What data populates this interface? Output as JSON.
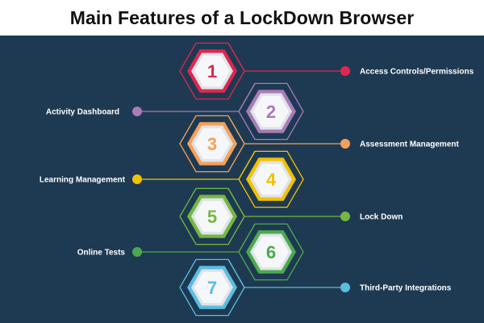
{
  "title": "Main Features of a LockDown Browser",
  "colors": {
    "background": "#1e3a52",
    "hex_fill_outer": "#dfe3e8",
    "hex_fill_inner": "#f6f7f9"
  },
  "features": [
    {
      "number": "1",
      "label": "Access Controls/Permissions",
      "color": "#e0264f"
    },
    {
      "number": "2",
      "label": "Activity Dashboard",
      "color": "#a97bb8"
    },
    {
      "number": "3",
      "label": "Assessment Management",
      "color": "#f5a05a"
    },
    {
      "number": "4",
      "label": "Learning Management",
      "color": "#f2c200"
    },
    {
      "number": "5",
      "label": "Lock Down",
      "color": "#74b83e"
    },
    {
      "number": "6",
      "label": "Online Tests",
      "color": "#4caa4c"
    },
    {
      "number": "7",
      "label": "Third-Party Integrations",
      "color": "#5bbde0"
    }
  ]
}
